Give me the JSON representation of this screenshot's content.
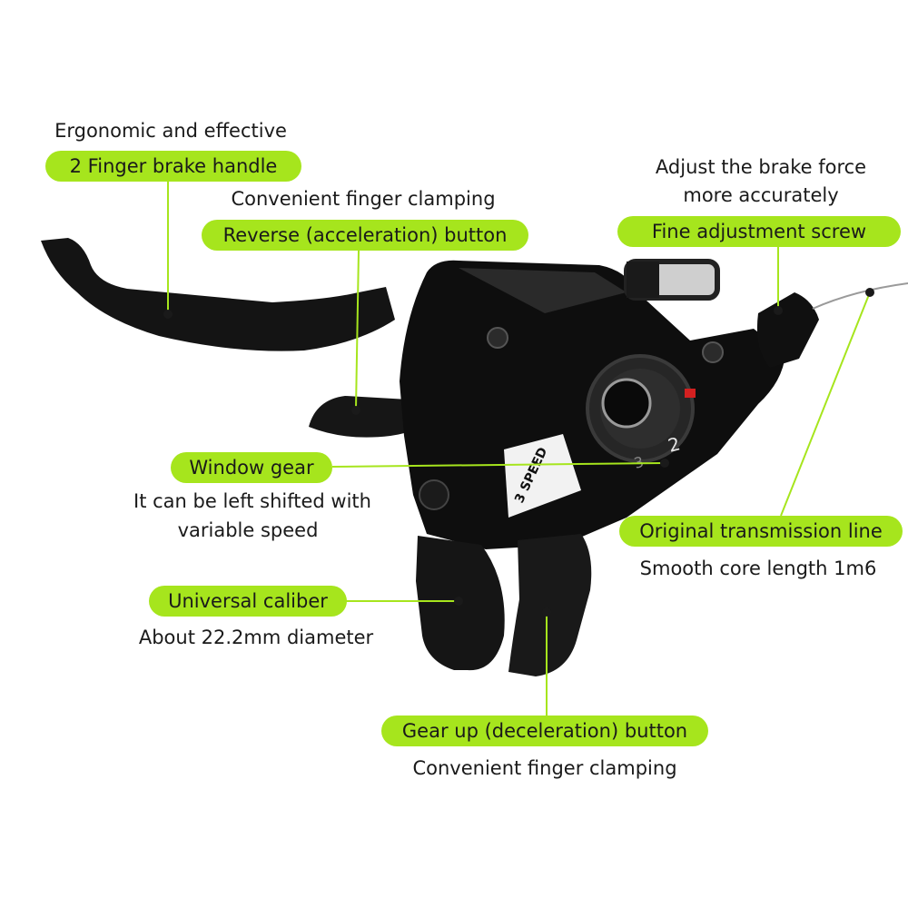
{
  "annotations": {
    "brake_handle": {
      "caption": "Ergonomic and effective",
      "label": "2 Finger brake handle"
    },
    "reverse_button": {
      "caption": "Convenient finger clamping",
      "label": "Reverse (acceleration) button"
    },
    "fine_adjust": {
      "caption_line1": "Adjust the brake force",
      "caption_line2": "more accurately",
      "label": "Fine adjustment screw"
    },
    "window_gear": {
      "label": "Window gear",
      "caption_line1": "It can be left shifted with",
      "caption_line2": "variable speed"
    },
    "transmission_line": {
      "label": "Original transmission line",
      "caption": "Smooth core length 1m6"
    },
    "universal_caliber": {
      "label": "Universal caliber",
      "caption": "About 22.2mm diameter"
    },
    "gear_up": {
      "label": "Gear up (deceleration) button",
      "caption": "Convenient finger clamping"
    }
  },
  "product": {
    "speed_mark": "3 SPEED",
    "gear_numbers": [
      "2",
      "3"
    ]
  },
  "colors": {
    "accent": "#a6e51d",
    "body": "#111111",
    "text": "#1a1a1a"
  }
}
